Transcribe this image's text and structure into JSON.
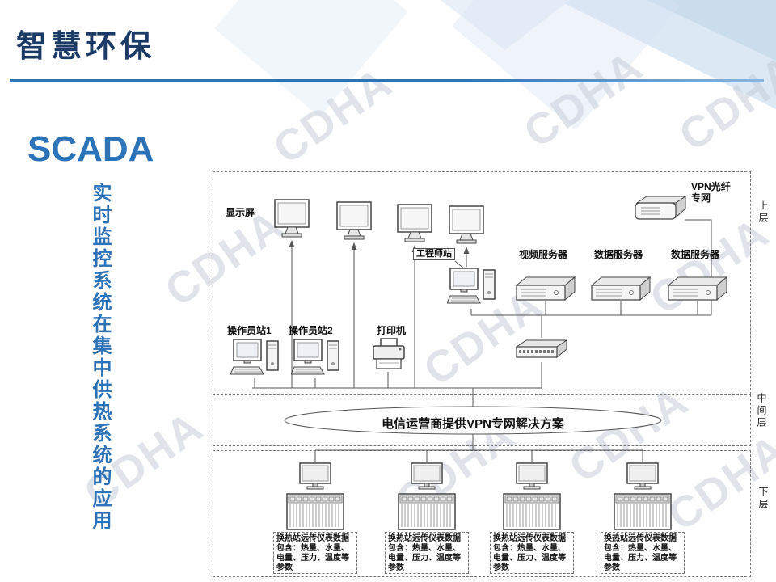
{
  "slide": {
    "title": "智慧环保",
    "heading": "SCADA",
    "side_text": "实时监控系统在集中供热系统的应用",
    "watermark": "CDHA"
  },
  "diagram": {
    "layer_labels": {
      "top": "上层",
      "middle": "中间层",
      "bottom": "下层"
    },
    "display_label": "显示屏",
    "vpn_label": "VPN光纤专网",
    "engineer_label": "工程师站",
    "server_labels": [
      "视频服务器",
      "数据服务器",
      "数据服务器"
    ],
    "operator1_label": "操作员站1",
    "operator2_label": "操作员站2",
    "printer_label": "打印机",
    "ellipse_label": "电信运营商提供VPN专网解决方案",
    "station_note_lines": [
      "换热站远传仪表数据",
      "包含：热量、水量、",
      "电量、压力、温度等",
      "参数"
    ]
  },
  "colors": {
    "title": "#1B3A66",
    "accent": "#2B72B8",
    "diagram_line": "#555555",
    "watermark": "#C2CBD7"
  }
}
